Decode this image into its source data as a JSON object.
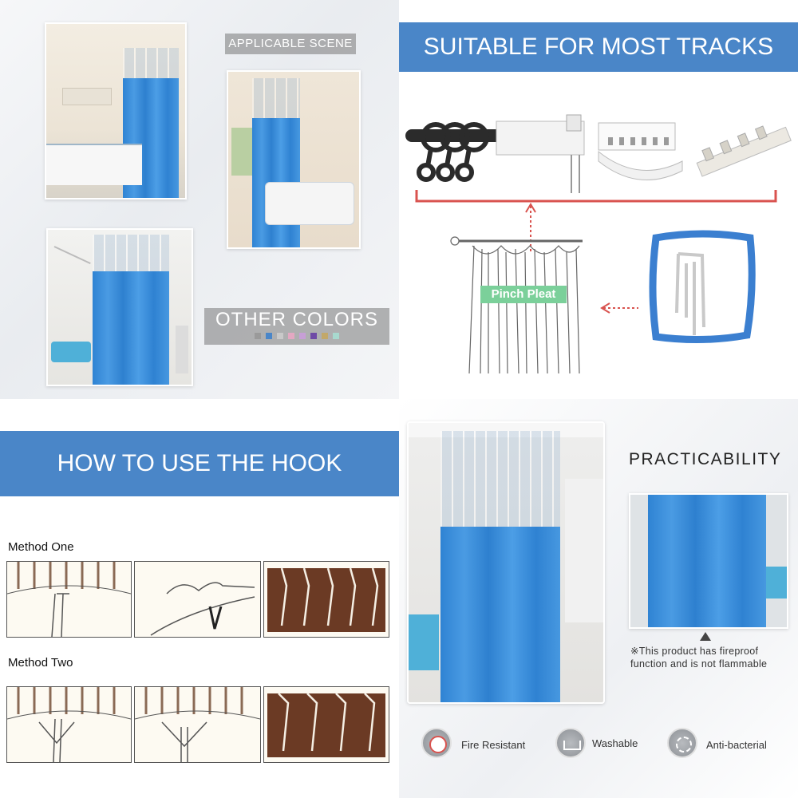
{
  "scene": {
    "applicable_label": "APPLICABLE SCENE",
    "other_colors_label": "OTHER COLORS",
    "swatches": [
      "#9a9a9a",
      "#4a86c8",
      "#c9c9c9",
      "#e3a8c2",
      "#c79fd6",
      "#6e4aa6",
      "#c2a86a",
      "#a8d9cf"
    ]
  },
  "tracks": {
    "banner": "SUITABLE FOR MOST TRACKS",
    "pinch_pleat": "Pinch Pleat"
  },
  "hook": {
    "banner": "HOW TO USE THE HOOK",
    "method_one": "Method One",
    "method_two": "Method Two"
  },
  "practicability": {
    "title": "PRACTICABILITY",
    "note_line1": "※This product has fireproof",
    "note_line2": "function and is not flammable",
    "features": [
      {
        "icon": "fire-resistant-icon",
        "label": "Fire Resistant"
      },
      {
        "icon": "washable-icon",
        "label": "Washable"
      },
      {
        "icon": "anti-bacterial-icon",
        "label": "Anti-bacterial"
      }
    ]
  },
  "colors": {
    "accent": "#4a86c8",
    "curtain": "#3a8fdc",
    "hook_brown": "#6b3a24",
    "arrow_red": "#d9534f"
  }
}
